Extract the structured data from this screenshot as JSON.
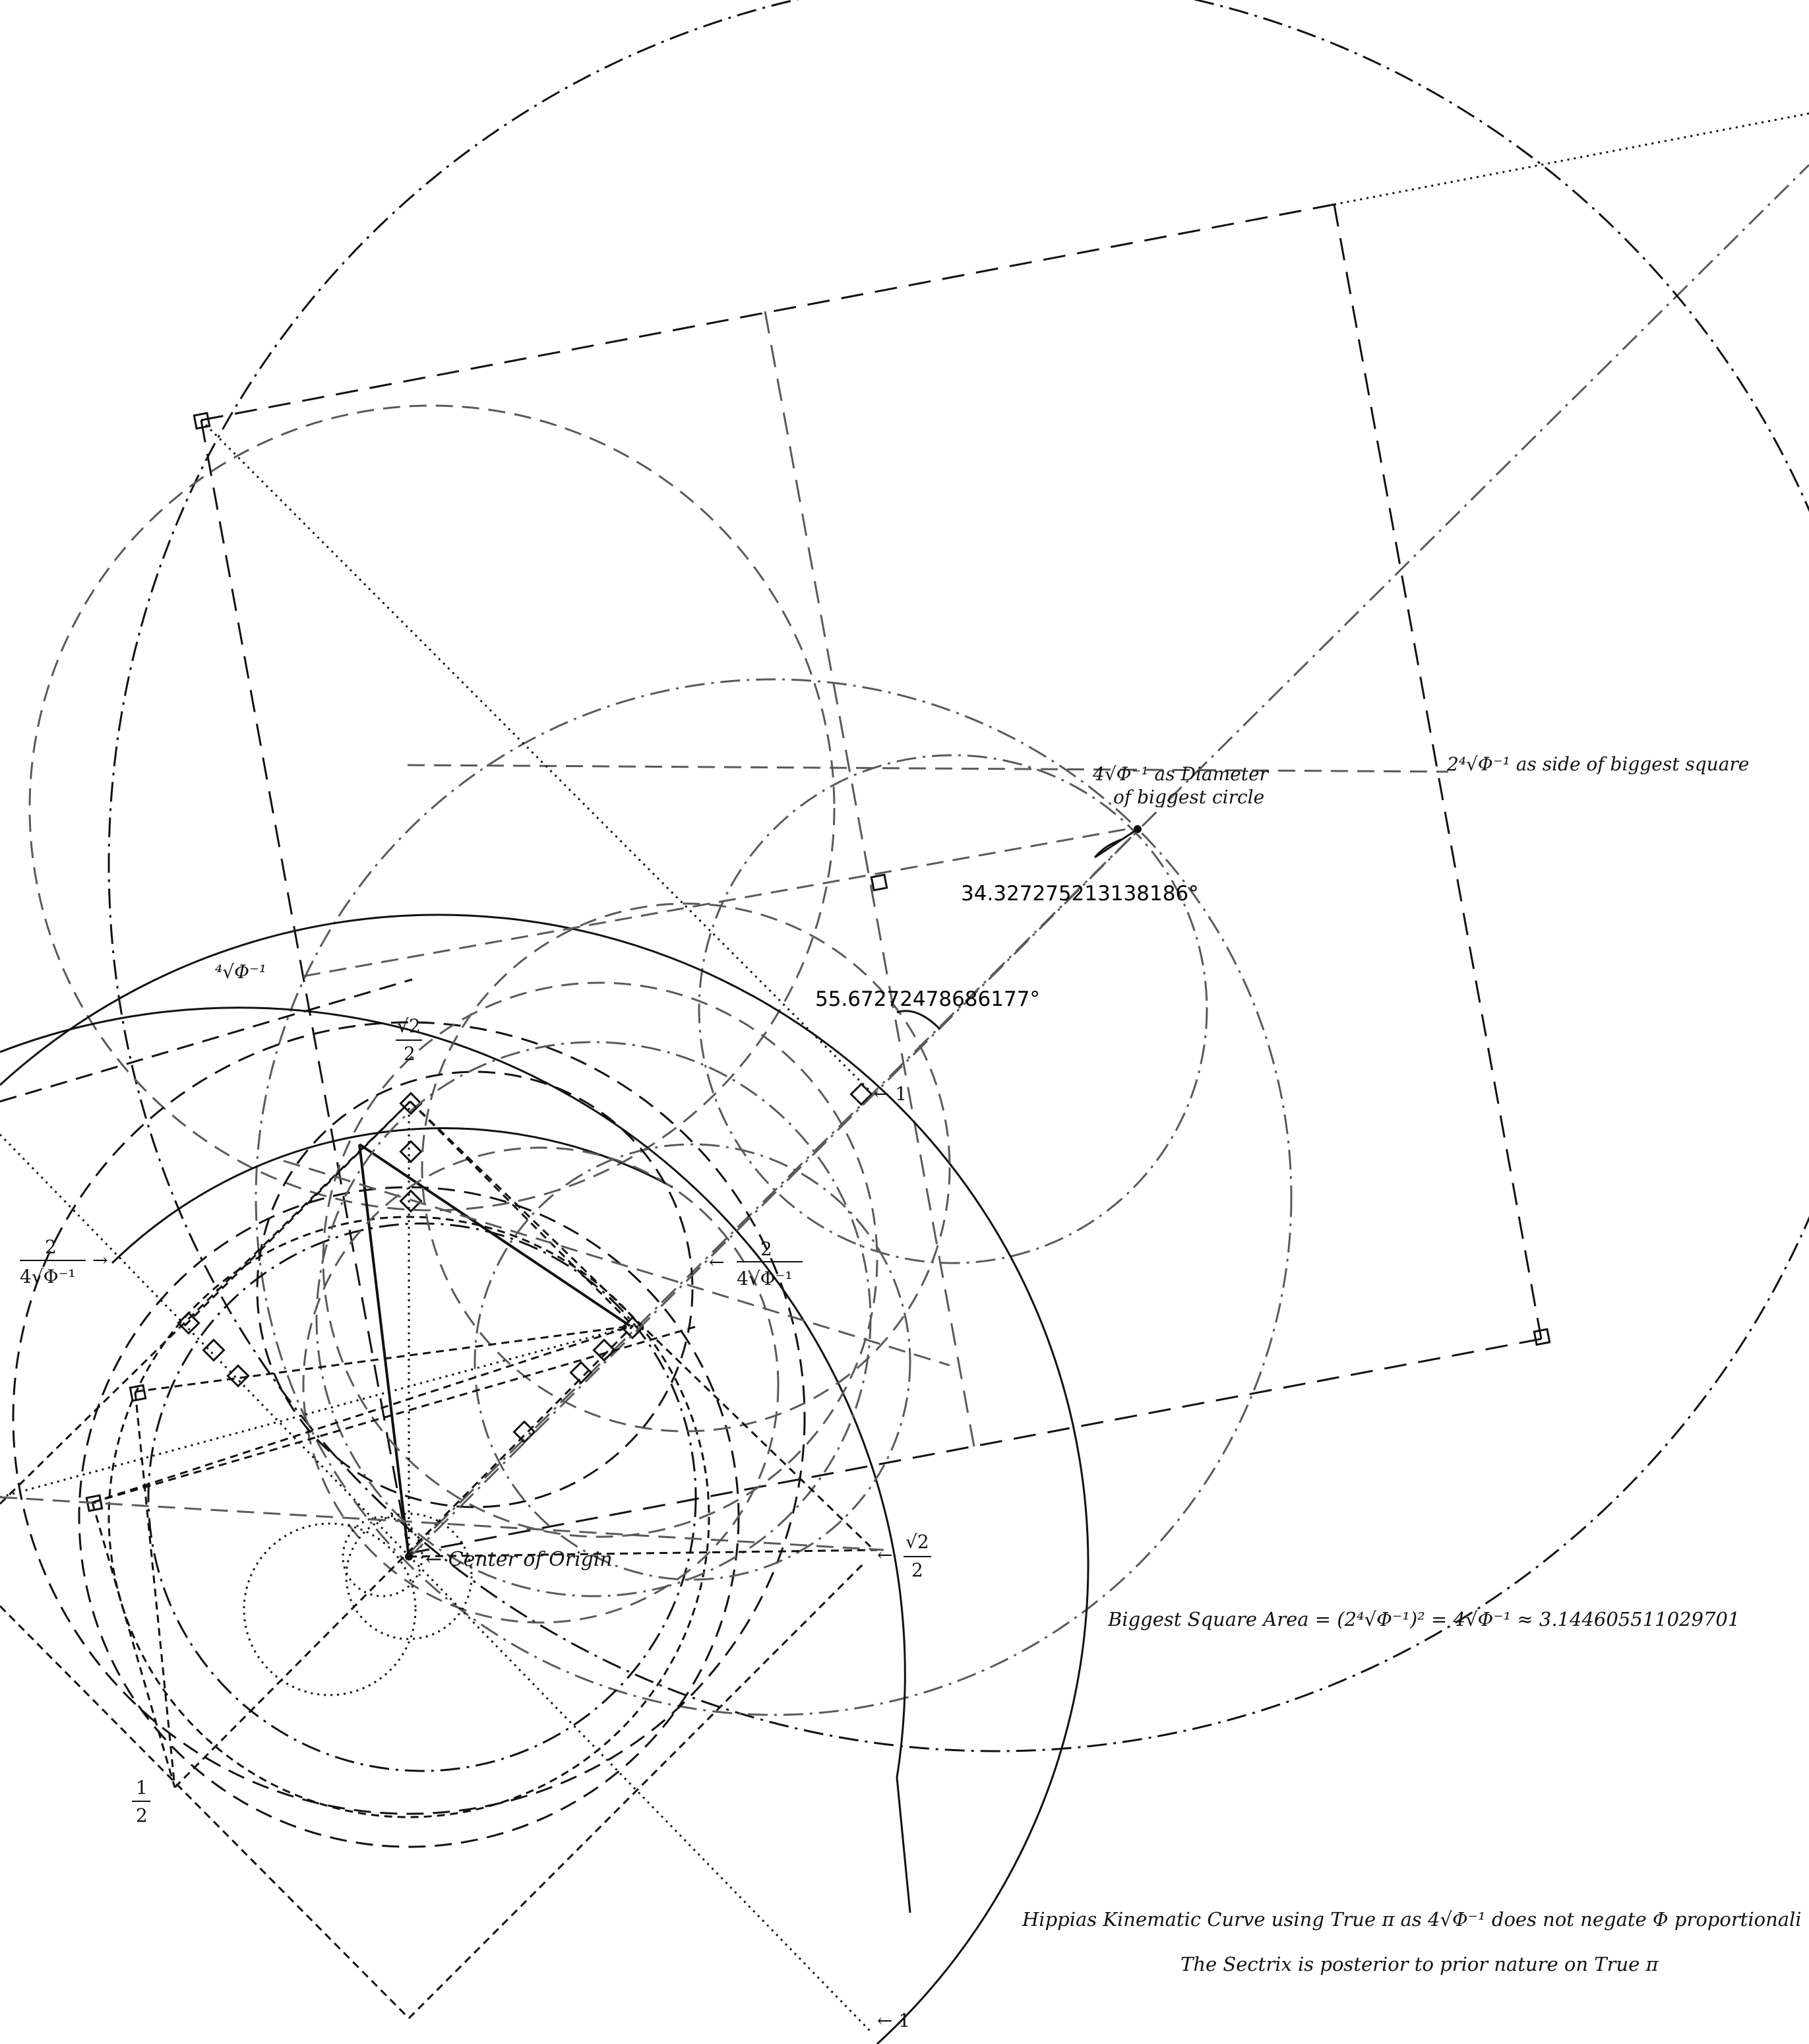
{
  "labels": {
    "diameter_line1": "4√Φ⁻¹ as Diameter",
    "diameter_line2": "of biggest circle",
    "side_label": "2⁴√Φ⁻¹ as side of biggest square",
    "angle_a": "34.327275213138186°",
    "angle_b": "55.67272478686177°",
    "fourth_root_phi": "⁴√Φ⁻¹",
    "sqrt2": "√2",
    "two": "2",
    "one": "1",
    "arrow_one": "← 1",
    "arrow_one_bottom": "← 1",
    "four_sqrt_phi": "4√Φ⁻¹",
    "arrow_left": "→",
    "arrow_right": "←",
    "center_of_origin": "← Center of Origin",
    "half_num": "1",
    "half_den": "2",
    "area_equation": "Biggest Square Area = (2⁴√Φ⁻¹)² = 4√Φ⁻¹ ≈ 3.144605511029701",
    "hippias_note": "Hippias Kinematic Curve using True π as 4√Φ⁻¹ does not negate Φ proportionali",
    "sectrix_note": "The Sectrix is posterior to prior nature on True π"
  },
  "colors": {
    "ink": "#111111",
    "gray": "#5a5a5a",
    "light_gray": "#8a8a8a",
    "background": "#ffffff"
  }
}
